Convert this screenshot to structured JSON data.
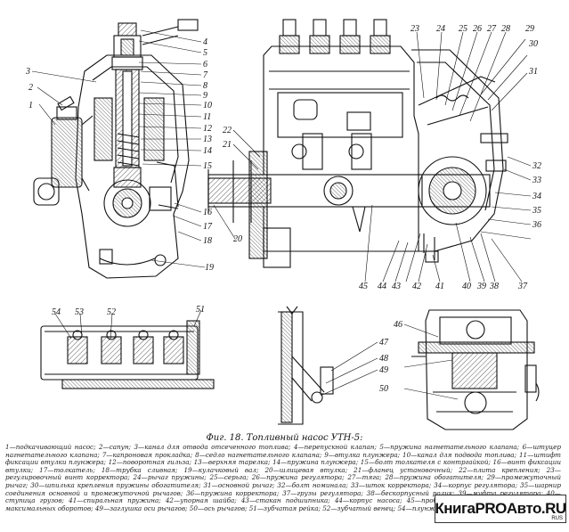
{
  "callouts": {
    "n1": "1",
    "n2": "2",
    "n3": "3",
    "n4": "4",
    "n5": "5",
    "n6": "6",
    "n7": "7",
    "n8": "8",
    "n9": "9",
    "n10": "10",
    "n11": "11",
    "n12": "12",
    "n13": "13",
    "n14": "14",
    "n15": "15",
    "n16": "16",
    "n17": "17",
    "n18": "18",
    "n19": "19",
    "n20": "20",
    "n21": "21",
    "n22": "22",
    "n23": "23",
    "n24": "24",
    "n25": "25",
    "n26": "26",
    "n27": "27",
    "n28": "28",
    "n29": "29",
    "n30": "30",
    "n31": "31",
    "n32": "32",
    "n33": "33",
    "n34": "34",
    "n35": "35",
    "n36": "36",
    "n37": "37",
    "n38": "38",
    "n39": "39",
    "n40": "40",
    "n41": "41",
    "n42": "42",
    "n43": "43",
    "n44": "44",
    "n45": "45",
    "n46": "46",
    "n47": "47",
    "n48": "48",
    "n49": "49",
    "n50": "50",
    "n51": "51",
    "n52": "52",
    "n53": "53",
    "n54": "54"
  },
  "caption": {
    "title": "Фиг. 18. Топливный насос УТН-5:",
    "text": "1—подкачивающий насос; 2—сапун; 3—канал для отвода отсеченного топлива; 4—перепускной клапан; 5—пружина нагнетательного клапана; 6—штуцер нагнетательного клапана; 7—капроновая прокладка; 8—седло нагнетательного клапана; 9—втулка плунжера; 10—канал для подвода топлива; 11—штифт фиксации втулки плунжера; 12—поворотная гильза; 13—верхняя тарелка; 14—пружина плунжера; 15—болт толкателя с контргайкой; 16—винт фиксации втулки; 17—толкатель; 18—трубка сливная; 19—кулачковый вал; 20—шлицевая втулка; 21—фланец установочный; 22—плита крепления; 23—регулировочный винт корректора; 24—рычаг пружины; 25—серьга; 26—пружина регулятора; 27—тяга; 28—пружина обогатителя; 29—промежуточный рычаг; 30—шпилька крепления пружины обогатителя; 31—основной рычаг; 32—болт номинала; 33—шток корректора; 34—корпус регулятора; 35—шарнир соединения основной и промежуточной рычагов; 36—пружина корректора; 37—грузы регулятора; 38—бескорпусный ролик; 39—муфта регулятора; 40—ступица грузов; 41—спиральная пружина; 42—упорная шайба; 43—стакан подшипника; 44—корпус насоса; 45—пробка заливной горловины; 46—болт максимальных оборотов; 49—заглушка оси рычагов; 50—ось рычагов; 51—зубчатая рейка; 52—зубчатый венец; 54—плунжер."
  },
  "watermark": {
    "text": "КнигаPROАвто",
    "suffix": ".RU",
    "sub": "RUS"
  }
}
